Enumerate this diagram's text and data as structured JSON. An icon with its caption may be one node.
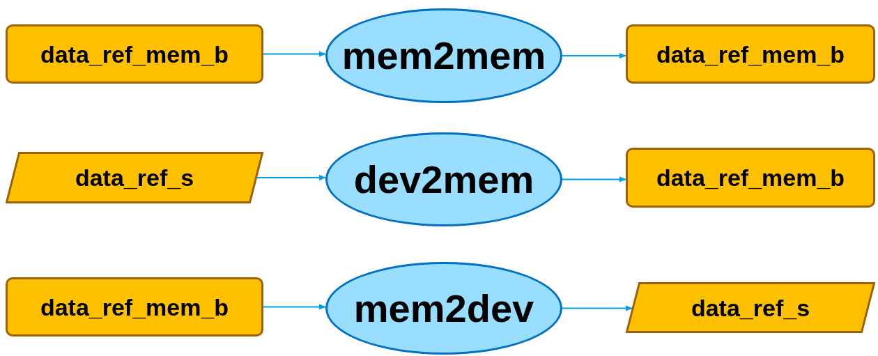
{
  "diagram": {
    "nodes": [
      {
        "text": [
          "data_ref_mem_b"
        ]
      },
      {
        "text": [
          "mem2mem"
        ]
      },
      {
        "text": [
          "data_ref_mem_b"
        ]
      },
      {
        "text": [
          "data_ref_s"
        ]
      },
      {
        "text": [
          "dev2mem"
        ]
      },
      {
        "text": [
          "data_ref_mem_b"
        ]
      },
      {
        "text": [
          "data_ref_mem_b"
        ]
      },
      {
        "text": [
          "mem2dev"
        ]
      },
      {
        "text": [
          "data_ref_s"
        ]
      }
    ],
    "edges": [
      {
        "from": 0,
        "to": 1,
        "arrow": "to"
      },
      {
        "from": 1,
        "to": 2,
        "arrow": "to"
      },
      {
        "from": 3,
        "to": 4,
        "arrow": "to"
      },
      {
        "from": 4,
        "to": 5,
        "arrow": "to"
      },
      {
        "from": 6,
        "to": 7,
        "arrow": "to"
      },
      {
        "from": 7,
        "to": 8,
        "arrow": "to"
      }
    ]
  }
}
